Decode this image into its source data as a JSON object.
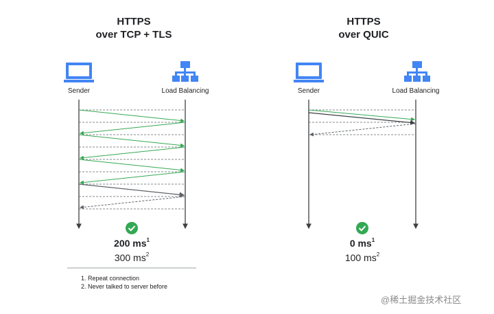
{
  "left": {
    "title_line1": "HTTPS",
    "title_line2": "over TCP + TLS",
    "sender_label": "Sender",
    "lb_label": "Load Balancing",
    "metric_primary": "200 ms",
    "metric_primary_sup": "1",
    "metric_secondary": "300 ms",
    "metric_secondary_sup": "2"
  },
  "right": {
    "title_line1": "HTTPS",
    "title_line2": "over QUIC",
    "sender_label": "Sender",
    "lb_label": "Load Balancing",
    "metric_primary": "0 ms",
    "metric_primary_sup": "1",
    "metric_secondary": "100 ms",
    "metric_secondary_sup": "2"
  },
  "footnotes": [
    "1. Repeat connection",
    "2. Never talked to server before"
  ],
  "watermark": "@稀土掘金技术社区",
  "icons": {
    "sender": "laptop-icon",
    "load_balancer": "network-hierarchy-icon",
    "check": "check-circle-icon"
  },
  "colors": {
    "icon_blue": "#4285f4",
    "arrow_green": "#34a853",
    "arrow_gray": "#5f6368",
    "check_green": "#34a853",
    "timeline": "#3c4043"
  }
}
